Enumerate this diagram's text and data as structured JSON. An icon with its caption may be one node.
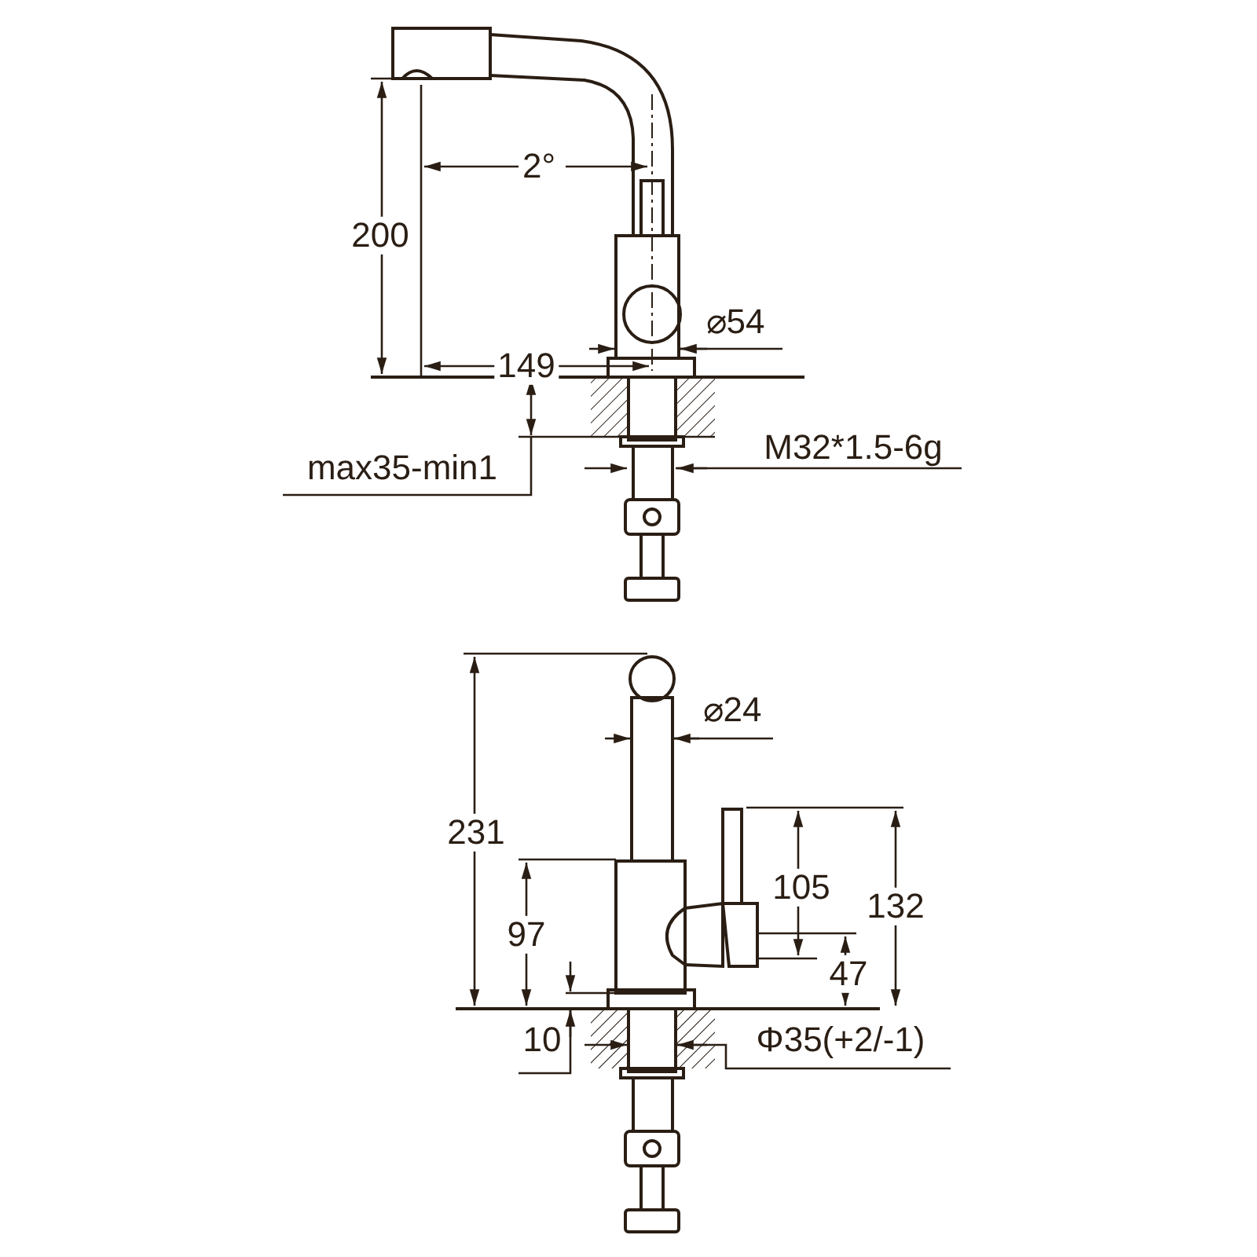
{
  "diagram": {
    "labels": [
      "2°",
      "200",
      "⌀54",
      "149",
      "M32*1.5-6g",
      "max35-min1",
      "⌀24",
      "231",
      "105",
      "132",
      "97",
      "47",
      "10",
      "Φ35(+2/-1)"
    ]
  }
}
